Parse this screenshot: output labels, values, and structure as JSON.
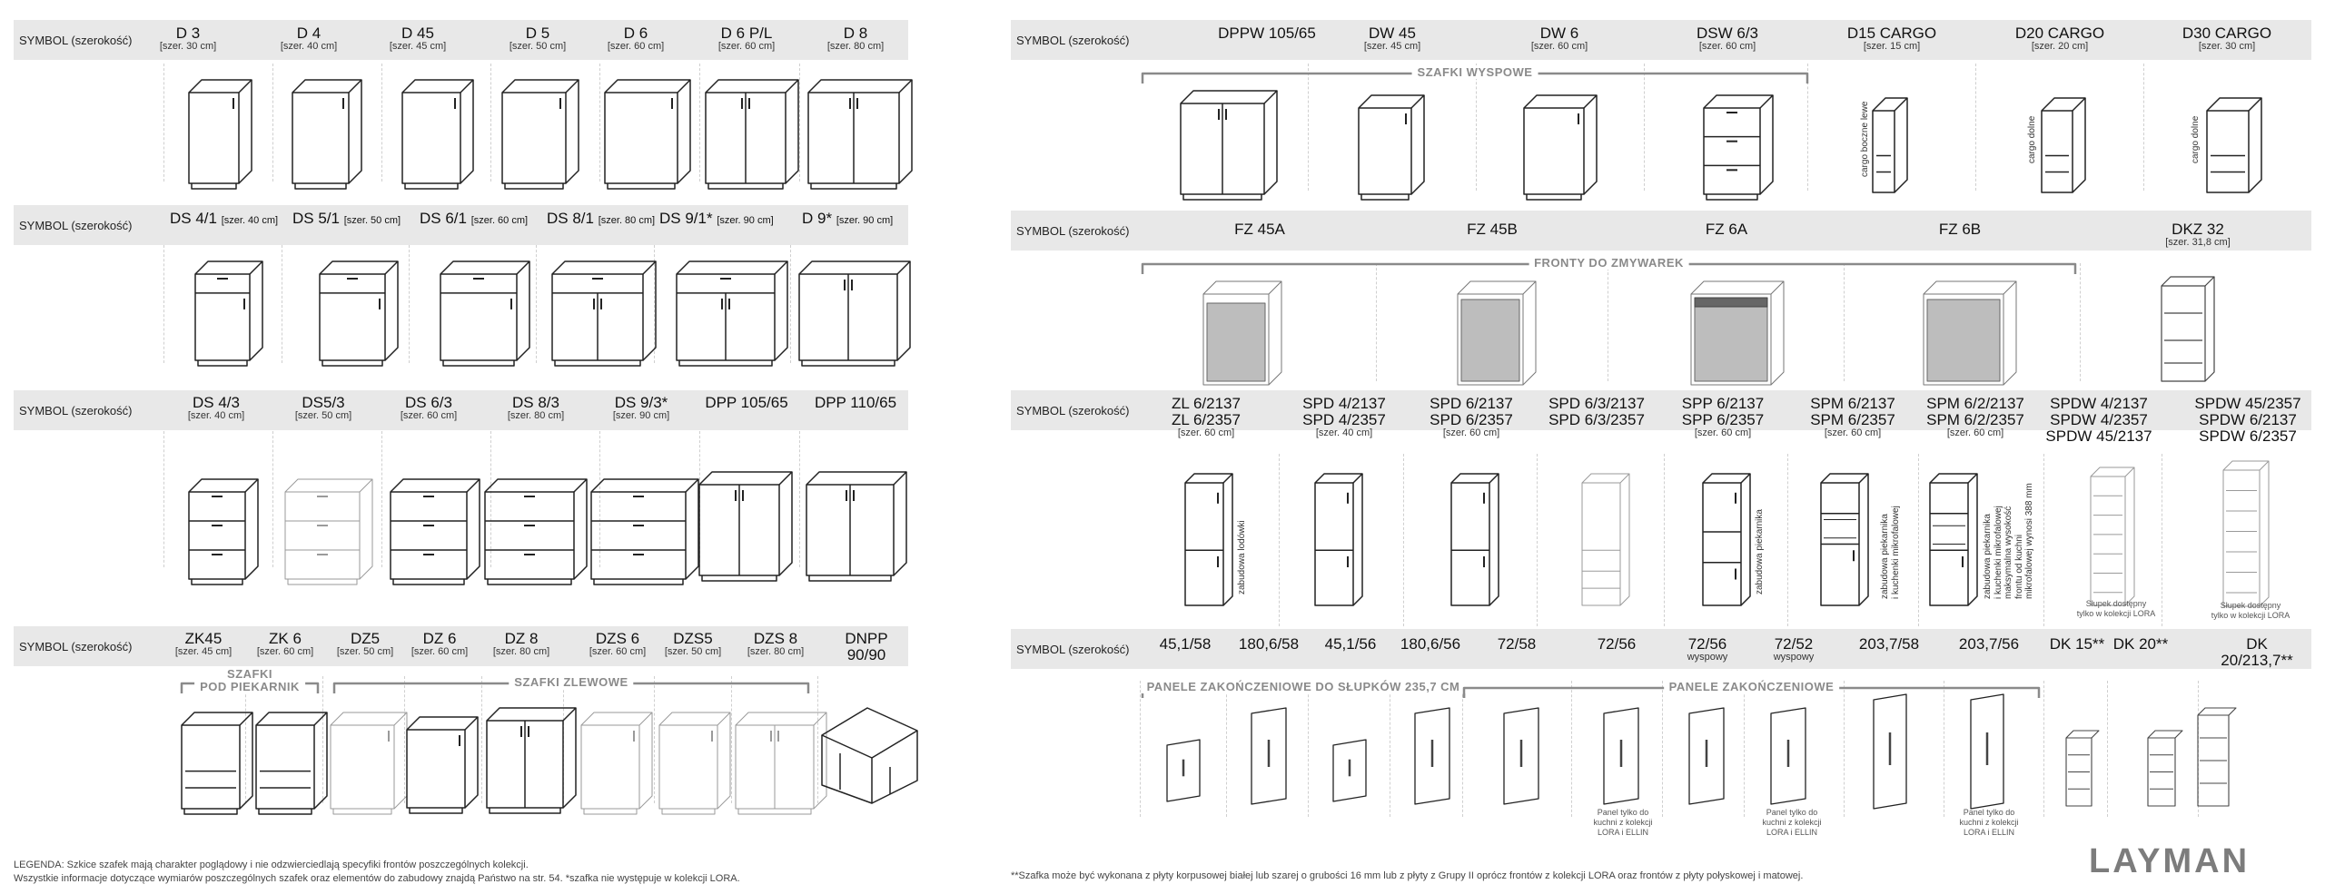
{
  "left": {
    "row1": {
      "label": "SYMBOL (szerokość)",
      "items": [
        [
          "D 3",
          "[szer. 30 cm]"
        ],
        [
          "D 4",
          "[szer. 40 cm]"
        ],
        [
          "D 45",
          "[szer. 45 cm]"
        ],
        [
          "D 5",
          "[szer. 50 cm]"
        ],
        [
          "D 6",
          "[szer. 60 cm]"
        ],
        [
          "D 6 P/L",
          "[szer. 60 cm]"
        ],
        [
          "D 8",
          "[szer. 80 cm]"
        ]
      ]
    },
    "row2": {
      "label": "SYMBOL (szerokość)",
      "items": [
        [
          "DS 4/1",
          "[szer. 40 cm]"
        ],
        [
          "DS 5/1",
          "[szer. 50 cm]"
        ],
        [
          "DS 6/1",
          "[szer. 60 cm]"
        ],
        [
          "DS 8/1",
          "[szer. 80 cm]"
        ],
        [
          "DS 9/1*",
          "[szer. 90 cm]"
        ],
        [
          "D 9*",
          "[szer. 90 cm]"
        ]
      ]
    },
    "row3": {
      "label": "SYMBOL (szerokość)",
      "items": [
        [
          "DS 4/3",
          "[szer. 40 cm]"
        ],
        [
          "DS5/3",
          "[szer. 50 cm]"
        ],
        [
          "DS 6/3",
          "[szer. 60 cm]"
        ],
        [
          "DS 8/3",
          "[szer. 80 cm]"
        ],
        [
          "DS 9/3*",
          "[szer. 90 cm]"
        ],
        [
          "DPP 105/65",
          ""
        ],
        [
          "DPP 110/65",
          ""
        ]
      ]
    },
    "row4": {
      "label": "SYMBOL (szerokość)",
      "items": [
        [
          "ZK45",
          "[szer. 45 cm]"
        ],
        [
          "ZK 6",
          "[szer. 60 cm]"
        ],
        [
          "DZ5",
          "[szer. 50 cm]"
        ],
        [
          "DZ 6",
          "[szer. 60 cm]"
        ],
        [
          "DZ 8",
          "[szer. 80 cm]"
        ],
        [
          "DZS 6",
          "[szer. 60 cm]"
        ],
        [
          "DZS5",
          "[szer. 50 cm]"
        ],
        [
          "DZS 8",
          "[szer. 80 cm]"
        ],
        [
          "DNPP 90/90",
          ""
        ]
      ],
      "bracket1": "SZAFKI\nPOD PIEKARNIK",
      "bracket2": "SZAFKI ZLEWOWE"
    },
    "legend1": "LEGENDA: Szkice szafek mają charakter poglądowy i nie odzwierciedlają specyfiki frontów poszczególnych kolekcji.",
    "legend2": "Wszystkie informacje dotyczące wymiarów poszczególnych szafek oraz elementów do zabudowy znajdą Państwo na str. 54.  *szafka nie występuje w kolekcji LORA."
  },
  "right": {
    "row1": {
      "label": "SYMBOL (szerokość)",
      "items": [
        [
          "DPPW 105/65",
          ""
        ],
        [
          "DW 45",
          "[szer. 45 cm]"
        ],
        [
          "DW 6",
          "[szer. 60 cm]"
        ],
        [
          "DSW 6/3",
          "[szer. 60 cm]"
        ],
        [
          "D15 CARGO",
          "[szer. 15 cm]"
        ],
        [
          "D20 CARGO",
          "[szer. 20 cm]"
        ],
        [
          "D30 CARGO",
          "[szer. 30 cm]"
        ]
      ],
      "bracket": "SZAFKI WYSPOWE",
      "vt": [
        "cargo boczne lewe",
        "cargo dolne",
        "cargo dolne"
      ]
    },
    "row2": {
      "label": "SYMBOL (szerokość)",
      "items": [
        [
          "FZ 45A",
          ""
        ],
        [
          "FZ 45B",
          ""
        ],
        [
          "FZ 6A",
          ""
        ],
        [
          "FZ 6B",
          ""
        ],
        [
          "DKZ 32",
          "[szer. 31,8 cm]"
        ]
      ],
      "bracket": "FRONTY DO ZMYWAREK"
    },
    "row3": {
      "label": "SYMBOL (szerokość)",
      "items": [
        [
          "ZL 6/2137\nZL 6/2357",
          "[szer. 60 cm]"
        ],
        [
          "SPD 4/2137\nSPD 4/2357",
          "[szer. 40 cm]"
        ],
        [
          "SPD 6/2137\nSPD 6/2357",
          "[szer. 60 cm]"
        ],
        [
          "SPD 6/3/2137\nSPD 6/3/2357",
          ""
        ],
        [
          "SPP 6/2137\nSPP 6/2357",
          "[szer. 60 cm]"
        ],
        [
          "SPM 6/2137\nSPM 6/2357",
          "[szer. 60 cm]"
        ],
        [
          "SPM 6/2/2137\nSPM 6/2/2357",
          "[szer. 60 cm]"
        ],
        [
          "SPDW 4/2137\nSPDW 4/2357\nSPDW 45/2137",
          ""
        ],
        [
          "SPDW 45/2357\nSPDW 6/2137\nSPDW 6/2357",
          ""
        ]
      ],
      "vt": [
        "zabudowa lodówki",
        "zabudowa piekarnika",
        "zabudowa piekarnika\ni kuchenki mikrofalowej",
        "zabudowa piekarnika\ni kuchenki mikrofalowej\nmaksymalna wysokość\nfrontu od kuchni\nmikrofalowej wynosi 388 mm"
      ],
      "note1": "Słupek dostępny\ntylko w kolekcji LORA",
      "note2": "Słupek dostępny\ntylko w kolekcji LORA"
    },
    "row4": {
      "label": "SYMBOL (szerokość)",
      "items": [
        [
          "45,1/58",
          ""
        ],
        [
          "180,6/58",
          ""
        ],
        [
          "45,1/56",
          ""
        ],
        [
          "180,6/56",
          ""
        ],
        [
          "72/58",
          ""
        ],
        [
          "72/56",
          ""
        ],
        [
          "72/56",
          "wyspowy"
        ],
        [
          "72/52",
          "wyspowy"
        ],
        [
          "203,7/58",
          ""
        ],
        [
          "203,7/56",
          ""
        ],
        [
          "DK 15**",
          ""
        ],
        [
          "DK 20**",
          ""
        ],
        [
          "DK 20/213,7**",
          ""
        ]
      ],
      "bracket1": "PANELE ZAKOŃCZENIOWE DO SŁUPKÓW 235,7 CM",
      "bracket2": "PANELE ZAKOŃCZENIOWE",
      "notes": [
        "Panel tylko do\nkuchni z kolekcji\nLORA i ELLIN",
        "Panel tylko do\nkuchni z kolekcji\nLORA i ELLIN",
        "Panel tylko do\nkuchni z kolekcji\nLORA i ELLIN"
      ]
    },
    "footnote": "**Szafka może być wykonana z płyty korpusowej białej lub szarej o grubości 16 mm lub z płyty z Grupy II oprócz frontów z kolekcji LORA oraz frontów z płyty połyskowej i matowej.",
    "logo": "LAYMAN"
  }
}
